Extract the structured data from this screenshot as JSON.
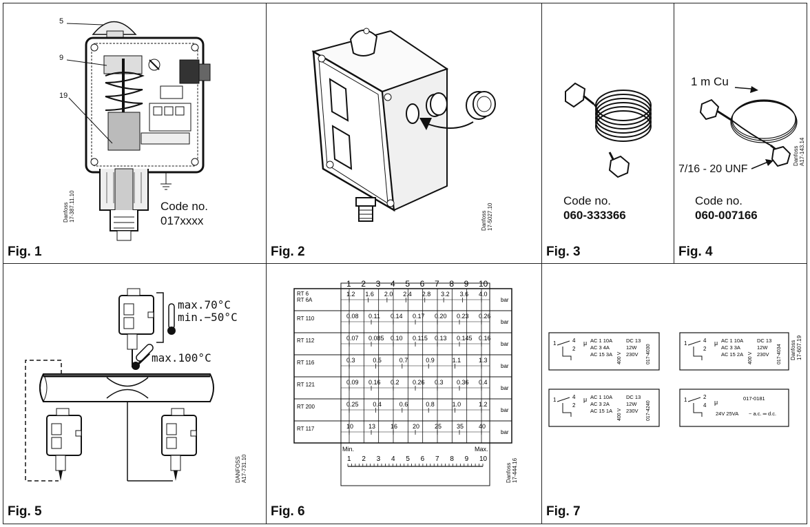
{
  "figures": {
    "fig1": {
      "label": "Fig. 1",
      "callouts": [
        "5",
        "9",
        "19"
      ],
      "code_label": "Code no.",
      "code_value": "017xxxx",
      "ref": "Danfoss\n17-387.11.10"
    },
    "fig2": {
      "label": "Fig. 2",
      "ref": "Danfoss\n17-5027.10"
    },
    "fig3": {
      "label": "Fig. 3",
      "code_label": "Code no.",
      "code_value": "060-333366"
    },
    "fig4": {
      "label": "Fig. 4",
      "tube_label": "1 m Cu",
      "thread_label": "7/16 - 20 UNF",
      "code_label": "Code no.",
      "code_value": "060-007166",
      "ref": "Danfoss\nA17-143.14"
    },
    "fig5": {
      "label": "Fig. 5",
      "temp_max": "max.70°C",
      "temp_min": "min.−50°C",
      "sensor_max": "max.100°C",
      "ref": "DANFOSS\nA17-731.10"
    },
    "fig6": {
      "label": "Fig. 6",
      "ref": "Danfoss\n17-444.16",
      "scale_top": [
        "1",
        "2",
        "3",
        "4",
        "5",
        "6",
        "7",
        "8",
        "9",
        "10"
      ],
      "rows": [
        {
          "model": "RT 6\nRT 6A",
          "values": [
            "1.2",
            "1.6",
            "2.0",
            "2.4",
            "2.8",
            "3.2",
            "3.6",
            "4.0"
          ],
          "unit": "bar"
        },
        {
          "model": "RT 110",
          "values": [
            "0.08",
            "0.11",
            "0.14",
            "0.17",
            "0.20",
            "0.23",
            "0.26"
          ],
          "unit": "bar"
        },
        {
          "model": "RT 112",
          "values": [
            "0.07",
            "0.085",
            "0.10",
            "0.115",
            "0.13",
            "0.145",
            "0.16"
          ],
          "unit": "bar"
        },
        {
          "model": "RT 116",
          "values": [
            "0.3",
            "0.5",
            "0.7",
            "0.9",
            "1.1",
            "1.3"
          ],
          "unit": "bar"
        },
        {
          "model": "RT 121",
          "values": [
            "0.09",
            "0.16",
            "0.2",
            "0.26",
            "0.3",
            "0.36",
            "0.4"
          ],
          "unit": "bar"
        },
        {
          "model": "RT 200",
          "values": [
            "0.25",
            "0.4",
            "0.6",
            "0.8",
            "1.0",
            "1.2"
          ],
          "unit": "bar"
        },
        {
          "model": "RT 117",
          "values": [
            "10",
            "13",
            "16",
            "20",
            "25",
            "35",
            "40"
          ],
          "unit": "bar"
        }
      ],
      "scale_min": "Min.",
      "scale_max": "Max.",
      "scale_bottom": [
        "1",
        "2",
        "3",
        "4",
        "5",
        "6",
        "7",
        "8",
        "9",
        "10"
      ]
    },
    "fig7": {
      "label": "Fig. 7",
      "ref": "Danfoss\n17-607.19",
      "plates": [
        {
          "ratings": [
            "AC 1 10A",
            "AC 3 4A",
            "AC 15 3A"
          ],
          "dc": [
            "DC 13",
            "12W",
            "230V"
          ],
          "volt": "400 V",
          "code": "017-4030",
          "contacts": [
            "1",
            "4",
            "2"
          ]
        },
        {
          "ratings": [
            "AC 1 10A",
            "AC 3 3A",
            "AC 15 2A"
          ],
          "dc": [
            "DC 13",
            "12W",
            "230V"
          ],
          "volt": "400 V",
          "code": "017-4034",
          "contacts": [
            "1",
            "4",
            "2"
          ]
        },
        {
          "ratings": [
            "AC 1 10A",
            "AC 3 2A",
            "AC 15 1A"
          ],
          "dc": [
            "DC 13",
            "12W",
            "230V"
          ],
          "volt": "400 V",
          "code": "017-4240",
          "contacts": [
            "1",
            "4",
            "2"
          ]
        },
        {
          "code": "017-0181",
          "rating": "24V 25VA",
          "ac_dc": "~ a.c. ═ d.c.",
          "contacts": [
            "1",
            "2",
            "4"
          ]
        }
      ]
    }
  }
}
